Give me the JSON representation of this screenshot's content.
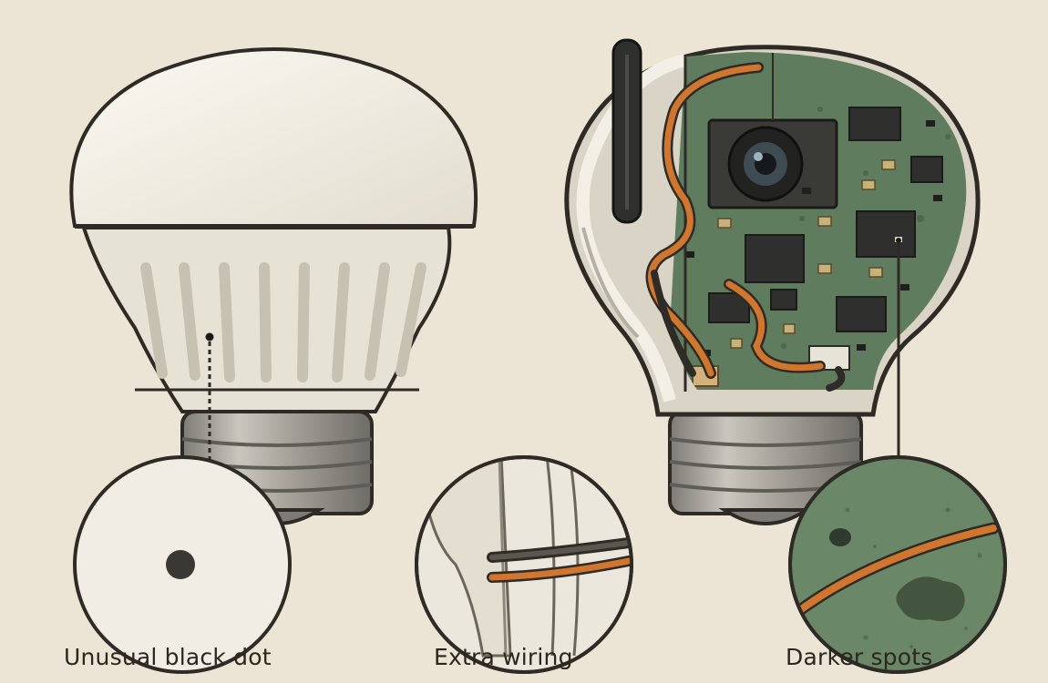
{
  "callouts": [
    {
      "label": "Unusual black dot"
    },
    {
      "label": "Extra wiring"
    },
    {
      "label": "Darker spots"
    }
  ],
  "colors": {
    "background": "#ece4d4",
    "outline": "#2e2a25",
    "bulb_glass": "#f1ede2",
    "bulb_collar": "#e3dfd3",
    "metal_base": "#a6a39b",
    "circuit_board": "#5f7d5e",
    "wire_orange": "#d0762f",
    "chip": "#2f302d"
  }
}
